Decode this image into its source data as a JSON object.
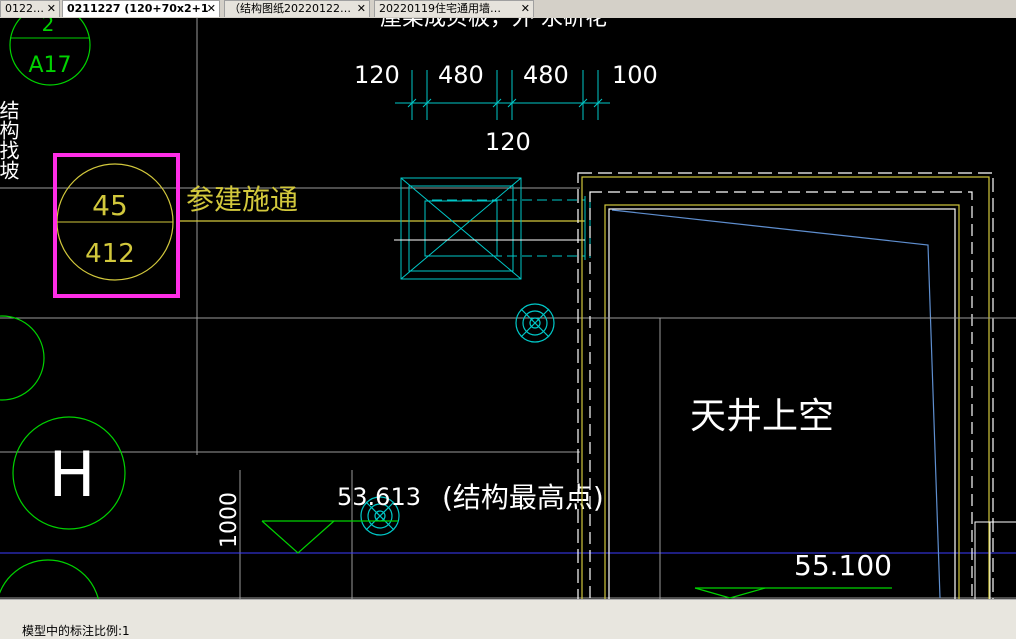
{
  "tabs": [
    {
      "label": "0122…",
      "close": "✕"
    },
    {
      "label": "0211227 (120+70x2+1",
      "close": "✕"
    },
    {
      "label": "（结构图纸20220122…",
      "close": "✕"
    },
    {
      "label": "20220119住宅通用墙…",
      "close": "✕"
    }
  ],
  "drawing": {
    "top_partial_text": "屋架成贝板，外  永研花",
    "dims_top": [
      "120",
      "480",
      "480",
      "100"
    ],
    "dim_below": "120",
    "axis_a17": "A17",
    "left_vertical_text": "结构找坡",
    "detail_top": "45",
    "detail_bottom": "412",
    "detail_note": "参建施通",
    "axis_h": "H",
    "dim_vertical": "1000",
    "elevation_1": "53.613",
    "elevation_note": "(结构最高点)",
    "shaft_label": "天井上空",
    "elevation_2": "55.100"
  },
  "colors": {
    "background": "#000000",
    "white_lines": "#ffffff",
    "cyan": "#00c8c8",
    "yellow": "#d2c83c",
    "green": "#00d200",
    "magenta_highlight": "#ff2ee6",
    "blue_line": "#3c3cff"
  },
  "status": {
    "text": "模型中的标注比例:1"
  }
}
